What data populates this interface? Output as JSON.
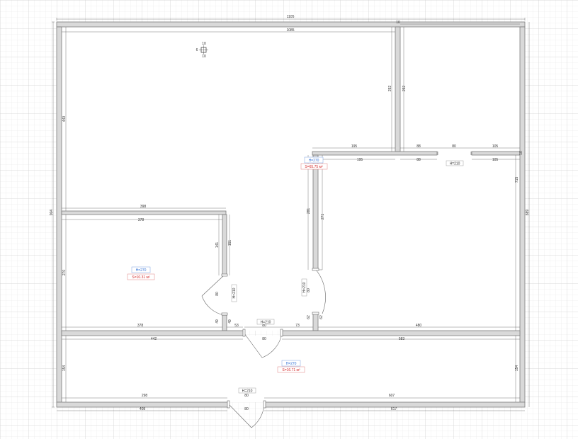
{
  "colors": {
    "grid_minor": "#e6e6e6",
    "grid_major": "#d2d2d2",
    "wall": "#7d7d7d",
    "wall_fill": "#d9d9d9",
    "height_label": "#2f6fd6",
    "area_label": "#d42a2a",
    "dimension": "#555555"
  },
  "dimensions": {
    "outer_top": "1105",
    "inner_top_left": "1085",
    "top_right_gap": "10",
    "marker_top": "10",
    "marker_bottom": "10",
    "marker_left": "6",
    "left_outer": "904",
    "left_upper": "440",
    "right_outer": "889",
    "right_upper": "715",
    "partition_left": "292",
    "partition_right": "292",
    "corridor_top": "195",
    "corridor_bottom": "195",
    "door_seg_top": "88",
    "door_seg_bottom": "88",
    "door_width_top": "80",
    "right_seg_top": "105",
    "right_seg_bottom": "105",
    "right_gap": "10",
    "left_room_top": "398",
    "left_room_inner": "378",
    "left_room_height": "270",
    "left_room_right_upper": "141",
    "left_room_right_upper_2": "151",
    "left_door_h": "80",
    "left_door_bottom_left": "49",
    "left_door_bottom_right": "49",
    "left_room_bottom": "378",
    "mid_wall_upper_left": "281",
    "mid_wall_upper_right": "271",
    "mid_door_h": "80",
    "mid_wall_bottom_left": "62",
    "mid_wall_bottom_right": "62",
    "hall_left_gap": "53",
    "hall_door_w": "80",
    "hall_right_gap": "73",
    "right_room_bottom": "480",
    "bottom_room_top_left": "442",
    "bottom_room_top_right": "583",
    "bottom_room_height_left": "154",
    "bottom_room_height_right": "154",
    "bottom_inner_left": "298",
    "bottom_inner_right": "607",
    "bottom_outer_left": "408",
    "bottom_outer_right": "617",
    "bottom_door_w": "80",
    "bottom_door_w_outer": "80"
  },
  "rooms": {
    "main": {
      "height": "H=270",
      "area": "S=65.75 м²"
    },
    "left": {
      "height": "H=270",
      "area": "S=10.31 м²"
    },
    "bottom": {
      "height": "H=270",
      "area": "S=16.71 м²"
    }
  },
  "doors": {
    "top_right": "H=210",
    "left_room": "H=210",
    "middle": "H=210",
    "hall": "H=210",
    "entrance": "H=210"
  }
}
